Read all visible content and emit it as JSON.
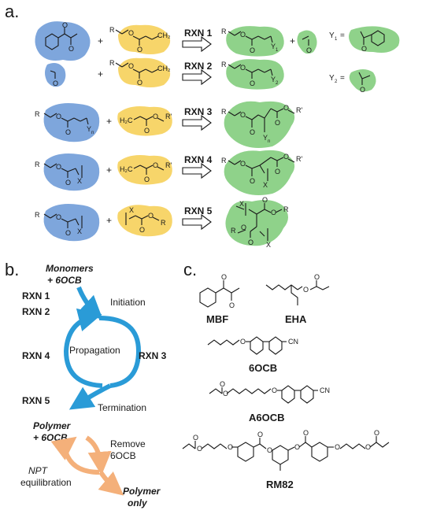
{
  "panels": {
    "a": "a.",
    "b": "b.",
    "c": "c."
  },
  "colors": {
    "blue": "#7ea6dc",
    "yellow": "#f7d56a",
    "green": "#8fd28a",
    "arrow_blue": "#2a9bd7",
    "arrow_orange": "#f4b07a"
  },
  "reactions": [
    {
      "label": "RXN 1"
    },
    {
      "label": "RXN 2"
    },
    {
      "label": "RXN 3"
    },
    {
      "label": "RXN 4"
    },
    {
      "label": "RXN 5"
    }
  ],
  "atoms": {
    "R": "R",
    "Rp": "R'",
    "O": "O",
    "X": "X",
    "Y1": "Y",
    "Y1s": "1",
    "Y2": "Y",
    "Y2s": "2",
    "Yn": "Y",
    "Yns": "n",
    "H2C": "H₂C",
    "CH2": "CH₂",
    "eq": "=",
    "plus": "+"
  },
  "cycle": {
    "monomers": "Monomers",
    "monomers_sub": "+ 6OCB",
    "initiation": "Initiation",
    "propagation": "Propagation",
    "termination": "Termination",
    "rxn1": "RXN 1",
    "rxn2": "RXN 2",
    "rxn3": "RXN 3",
    "rxn4": "RXN 4",
    "rxn5": "RXN 5",
    "polymer": "Polymer",
    "polymer_sub": "+ 6OCB",
    "remove1": "Remove",
    "remove2": "6OCB",
    "npt": "NPT",
    "equil": "equilibration",
    "polymer_only1": "Polymer",
    "polymer_only2": "only"
  },
  "molecules": {
    "mbf": "MBF",
    "eha": "EHA",
    "ocb": "6OCB",
    "a6ocb": "A6OCB",
    "rm82": "RM82",
    "cn": "CN"
  }
}
